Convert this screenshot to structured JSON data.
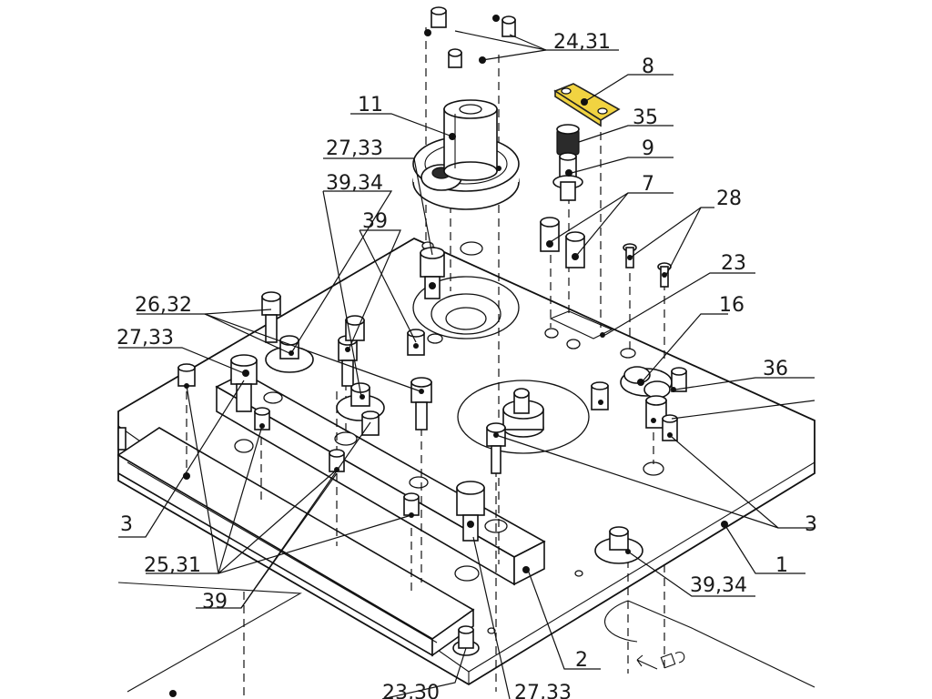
{
  "diagram": {
    "highlight_color": "#f1d341",
    "callouts": [
      {
        "id": "c-24-31",
        "label": "24,31"
      },
      {
        "id": "c-8",
        "label": "8"
      },
      {
        "id": "c-11",
        "label": "11"
      },
      {
        "id": "c-35",
        "label": "35"
      },
      {
        "id": "c-27-33-top",
        "label": "27,33"
      },
      {
        "id": "c-9",
        "label": "9"
      },
      {
        "id": "c-39-34-left",
        "label": "39,34"
      },
      {
        "id": "c-7",
        "label": "7"
      },
      {
        "id": "c-28",
        "label": "28"
      },
      {
        "id": "c-39-top",
        "label": "39"
      },
      {
        "id": "c-23",
        "label": "23"
      },
      {
        "id": "c-26-32",
        "label": "26,32"
      },
      {
        "id": "c-16",
        "label": "16"
      },
      {
        "id": "c-27-33-left",
        "label": "27,33"
      },
      {
        "id": "c-36",
        "label": "36"
      },
      {
        "id": "c-3-right",
        "label": "3"
      },
      {
        "id": "c-3-left",
        "label": "3"
      },
      {
        "id": "c-1",
        "label": "1"
      },
      {
        "id": "c-25-31",
        "label": "25,31"
      },
      {
        "id": "c-39-34-bottom",
        "label": "39,34"
      },
      {
        "id": "c-39-bottom",
        "label": "39"
      },
      {
        "id": "c-2",
        "label": "2"
      },
      {
        "id": "c-23-30",
        "label": "23,30"
      },
      {
        "id": "c-27-33-bottom",
        "label": "27,33"
      }
    ]
  }
}
